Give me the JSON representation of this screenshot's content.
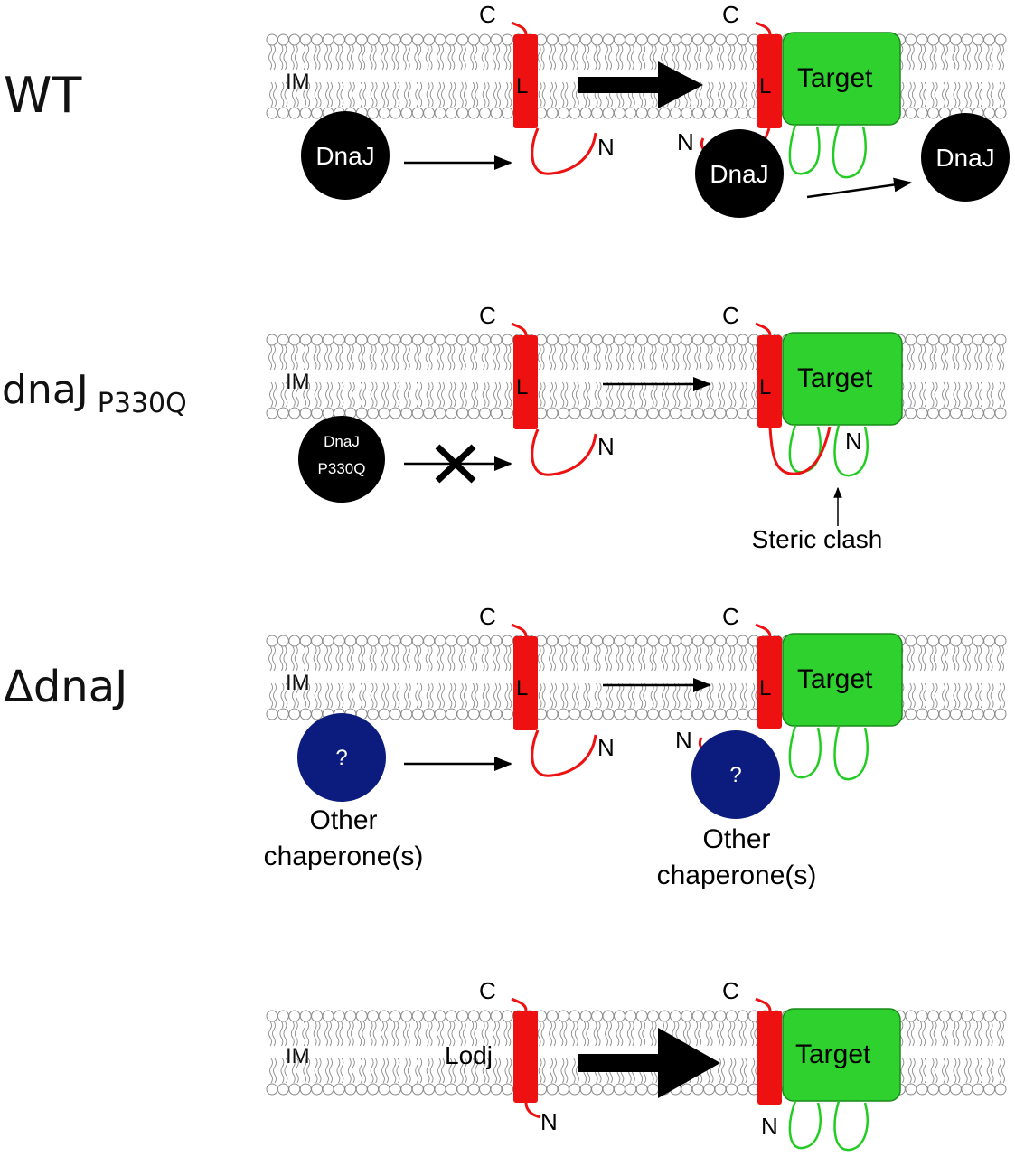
{
  "rows": [
    {
      "id": "wt",
      "label": "WT",
      "label_sub": "",
      "membrane_label": "IM",
      "helix_left_label": "L",
      "helix_right_label": "L",
      "c_label": "C",
      "n_label": "N",
      "target_label": "Target",
      "chaperone_left_label": "DnaJ",
      "chaperone_mid_label": "DnaJ",
      "chaperone_right_label": "DnaJ"
    },
    {
      "id": "p330q",
      "label": "dnaJ",
      "label_sub": "P330Q",
      "membrane_label": "IM",
      "helix_left_label": "L",
      "helix_right_label": "L",
      "c_label": "C",
      "n_label": "N",
      "target_label": "Target",
      "chaperone_line1": "DnaJ",
      "chaperone_line2": "P330Q",
      "note": "Steric clash"
    },
    {
      "id": "delta",
      "label": "ΔdnaJ",
      "label_sub": "",
      "membrane_label": "IM",
      "helix_left_label": "L",
      "helix_right_label": "L",
      "c_label": "C",
      "n_label": "N",
      "target_label": "Target",
      "chaperone_symbol": "?",
      "chaperone_caption_line1": "Other",
      "chaperone_caption_line2": "chaperone(s)"
    },
    {
      "id": "lodj",
      "label": "",
      "membrane_label": "IM",
      "helix_name": "Lodj",
      "c_label": "C",
      "n_label": "N",
      "target_label": "Target"
    }
  ],
  "colors": {
    "helix": "#ee1111",
    "target_fill": "#2ed12e",
    "target_loop": "#22cc22",
    "chaperone_dnaj": "#000000",
    "chaperone_other": "#0b1b7e",
    "lipid_stroke": "#8a8a8a"
  }
}
